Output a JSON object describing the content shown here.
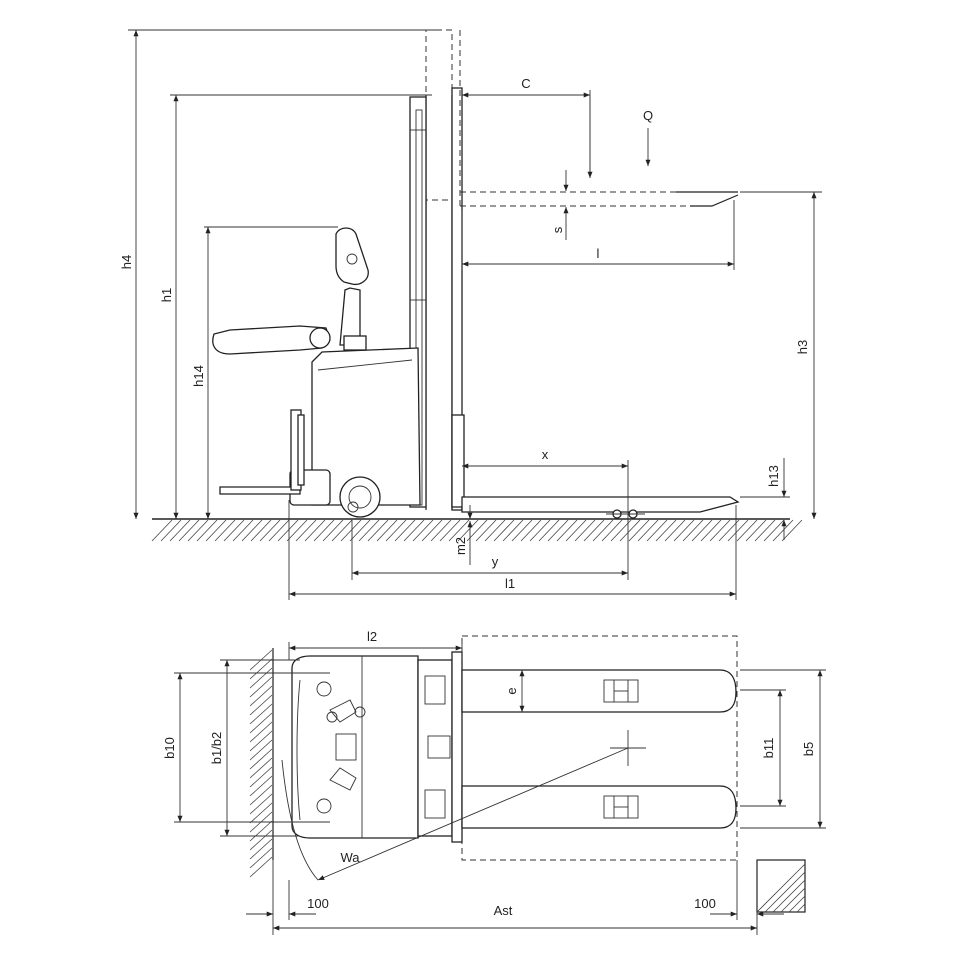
{
  "side_view": {
    "labels": {
      "h4": "h4",
      "h1": "h1",
      "h14": "h14",
      "h3": "h3",
      "h13": "h13",
      "c": "C",
      "q": "Q",
      "s": "s",
      "l": "l",
      "x": "x",
      "y": "y",
      "m2": "m2",
      "l1": "l1"
    }
  },
  "top_view": {
    "labels": {
      "l2": "l2",
      "b10": "b10",
      "b1_b2": "b1/b2",
      "e": "e",
      "b11": "b11",
      "b5": "b5",
      "wa": "Wa",
      "ast": "Ast",
      "clearance_left": "100",
      "clearance_right": "100"
    }
  }
}
